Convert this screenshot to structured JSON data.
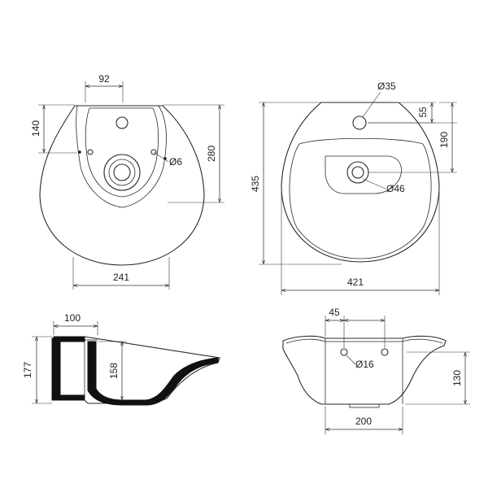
{
  "colors": {
    "line": "#2a2a2a",
    "section_fill": "#111111",
    "background": "#ffffff"
  },
  "views": {
    "top_left": {
      "width_92": "92",
      "height_140": "140",
      "height_280": "280",
      "hole_d6": "Ø6",
      "bottom_241": "241"
    },
    "top_right": {
      "tap_hole_d35": "Ø35",
      "height_55": "55",
      "height_190": "190",
      "height_435": "435",
      "drain_d46": "Ø46",
      "width_421": "421"
    },
    "section": {
      "width_100": "100",
      "height_177": "177",
      "height_158": "158"
    },
    "rear": {
      "offset_45": "45",
      "hole_d16": "Ø16",
      "height_130": "130",
      "width_200": "200"
    }
  }
}
